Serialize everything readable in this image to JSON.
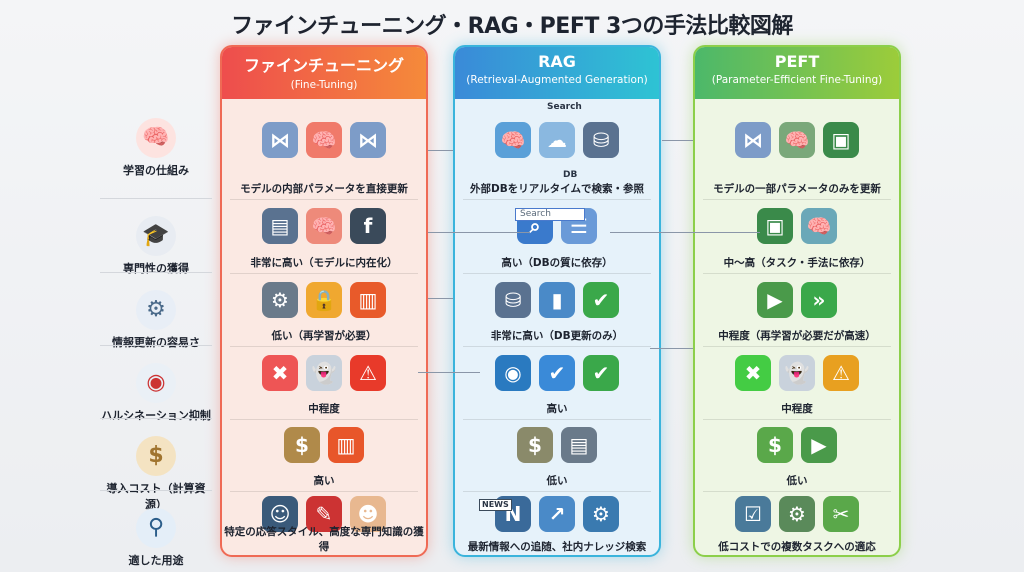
{
  "title": "ファインチューニング・RAG・PEFT 3つの手法比較図解",
  "rows": [
    {
      "label": "学習の仕組み",
      "icon": "brain-cycle-icon"
    },
    {
      "label": "専門性の獲得",
      "icon": "graduation-cap-icon"
    },
    {
      "label": "情報更新の容易さ",
      "icon": "gear-cycle-icon"
    },
    {
      "label": "ハルシネーション抑制",
      "icon": "crossed-eye-icon"
    },
    {
      "label": "導入コスト（計算資源）",
      "icon": "money-bag-icon"
    },
    {
      "label": "適した用途",
      "icon": "magnifier-icon"
    }
  ],
  "columns": [
    {
      "name": "ファインチューニング",
      "sub": "(Fine-Tuning)",
      "color_from": "#ee4d4d",
      "color_to": "#f58a3a",
      "border": "#ef6a55",
      "bg": "#fbe9e3",
      "cells": [
        "モデルの内部パラメータを直接更新",
        "非常に高い（モデルに内在化）",
        "低い（再学習が必要）",
        "中程度",
        "高い",
        "特定の応答スタイル、高度な専門知識の獲得"
      ]
    },
    {
      "name": "RAG",
      "sub": "(Retrieval-Augmented Generation)",
      "color_from": "#3a8ad8",
      "color_to": "#2ec3d4",
      "border": "#3ab4dc",
      "bg": "#e6f2fa",
      "cells": [
        "外部DBをリアルタイムで検索・参照",
        "高い（DBの質に依存）",
        "非常に高い（DB更新のみ）",
        "高い",
        "低い",
        "最新情報への追随、社内ナレッジ検索"
      ]
    },
    {
      "name": "PEFT",
      "sub": "(Parameter-Efficient Fine-Tuning)",
      "color_from": "#4cb86a",
      "color_to": "#9ccc3a",
      "border": "#8ccf4a",
      "bg": "#eef6e4",
      "cells": [
        "モデルの一部パラメータのみを更新",
        "中～高（タスク・手法に依存）",
        "中程度（再学習が必要だが高速）",
        "中程度",
        "低い",
        "低コストでの複数タスクへの適応"
      ]
    }
  ],
  "rag_icon_labels": {
    "search": "Search",
    "db": "DB",
    "search_box": "Search",
    "news": "NEWS"
  },
  "icons": [
    "neural-brain-icon",
    "book-icon",
    "formula-icon",
    "lock-icon",
    "server-fire-icon",
    "ghost-icon",
    "warning-icon",
    "money-bags-icon",
    "businessman-icon",
    "document-pen-icon",
    "head-brain-icon",
    "cloud-doc-icon",
    "database-icon",
    "search-window-icon",
    "books-icon",
    "eye-icon",
    "shield-check-icon",
    "checked-doc-icon",
    "server-icon",
    "news-icon",
    "chart-check-icon",
    "chip-icon",
    "puzzle-brain-icon",
    "fast-forward-icon",
    "tasks-icon",
    "tools-icon"
  ]
}
